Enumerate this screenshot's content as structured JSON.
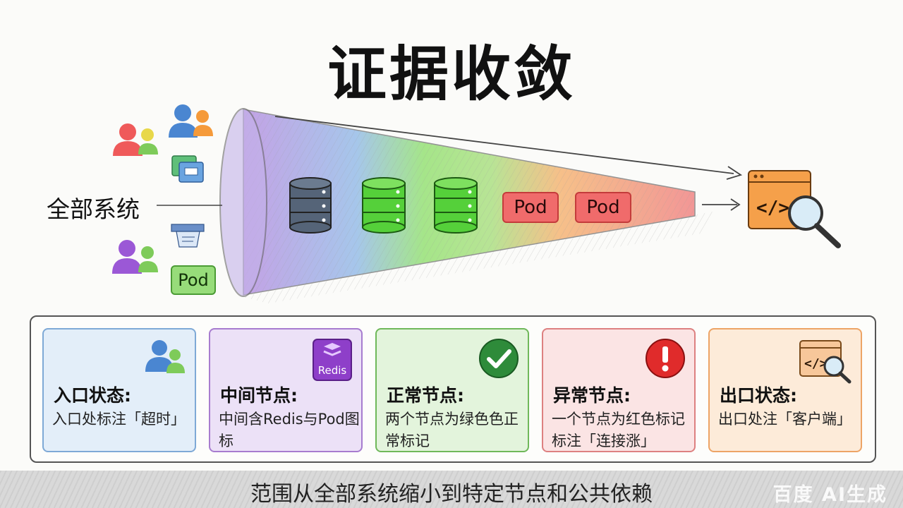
{
  "title": "证据收敛",
  "left_label": "全部系统",
  "funnel": {
    "pods": [
      "Pod",
      "Pod"
    ],
    "entry_pod": "Pod"
  },
  "cards": [
    {
      "title": "入口状态:",
      "desc": "入口处标注「超时」",
      "bg": "#e3eef9",
      "border": "#7ea9d6",
      "icon": "users-icon"
    },
    {
      "title": "中间节点:",
      "desc": "中间含Redis与Pod图标",
      "bg": "#ece1f7",
      "border": "#a77ccf",
      "icon": "redis-icon",
      "icon_text": "Redis"
    },
    {
      "title": "正常节点:",
      "desc": "两个节点为绿色色正常标记",
      "bg": "#e3f4dc",
      "border": "#6fb85a",
      "icon": "check-icon"
    },
    {
      "title": "异常节点:",
      "desc": "一个节点为红色标记标注「连接涨」",
      "bg": "#fbe4e4",
      "border": "#dd8080",
      "icon": "alert-icon"
    },
    {
      "title": "出口状态:",
      "desc": "出口处注「客户端」",
      "bg": "#fdebd9",
      "border": "#eda466",
      "icon": "code-search-icon"
    }
  ],
  "caption": "范围从全部系统缩小到特定节点和公共依赖",
  "watermark": "百度 AI生成",
  "colors": {
    "purple": "#b48ae0",
    "green": "#7ed957",
    "orange": "#f5a65b",
    "red": "#ef6b6b",
    "blue": "#6a9bd8"
  }
}
